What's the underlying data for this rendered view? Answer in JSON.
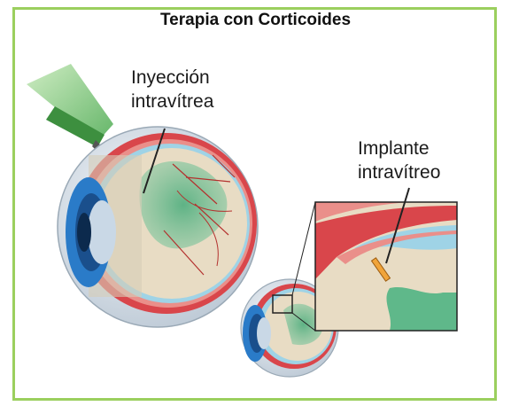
{
  "title": "Terapia con Corticoides",
  "labels": {
    "injection_line1": "Inyección",
    "injection_line2": "intravítrea",
    "implant_line1": "Implante",
    "implant_line2": "intravítreo"
  },
  "colors": {
    "border": "#9bcf5e",
    "sclera": "#d9464b",
    "retina_bg": "#e8dcc4",
    "gel": "#5fb88a",
    "iris": "#2a7bc8",
    "implant": "#f0a43a"
  }
}
